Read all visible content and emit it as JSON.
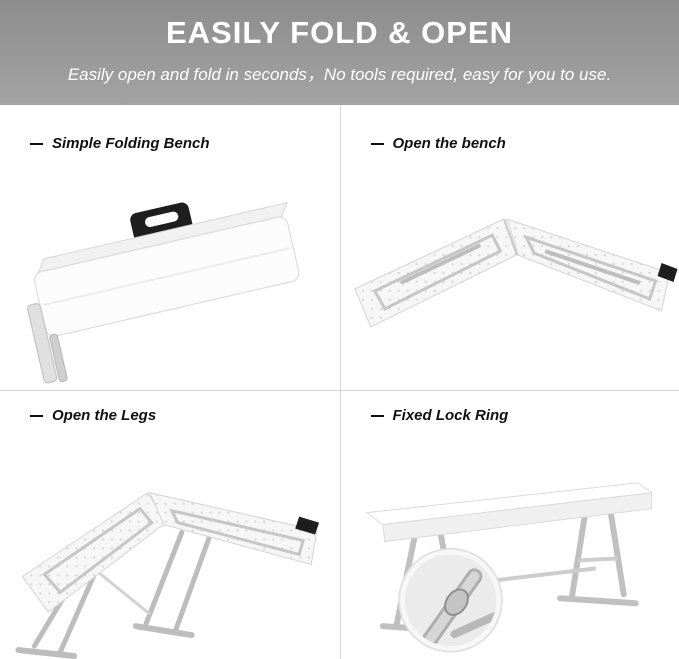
{
  "header": {
    "title": "EASILY FOLD & OPEN",
    "subtitle": "Easily open and fold in seconds，No tools required, easy for you to use."
  },
  "panels": [
    {
      "label": "Simple Folding Bench",
      "alt": "white bench folded into a flat case with black carry handle"
    },
    {
      "label": "Open the bench",
      "alt": "bench unfolded open showing underside with folded metal legs"
    },
    {
      "label": "Open the Legs",
      "alt": "bench underside with metal legs unfolded outward"
    },
    {
      "label": "Fixed Lock Ring",
      "alt": "assembled bench standing on legs with magnified lock ring detail"
    }
  ],
  "colors": {
    "header_bg_top": "#8d8d8d",
    "header_bg_bottom": "#a3a3a3",
    "header_text": "#ffffff",
    "divider": "#d6d6d6",
    "panel_label_text": "#111111",
    "bench_plastic": "#f6f6f6",
    "bench_metal": "#c0c0c0",
    "handle_black": "#1e1e1e"
  }
}
